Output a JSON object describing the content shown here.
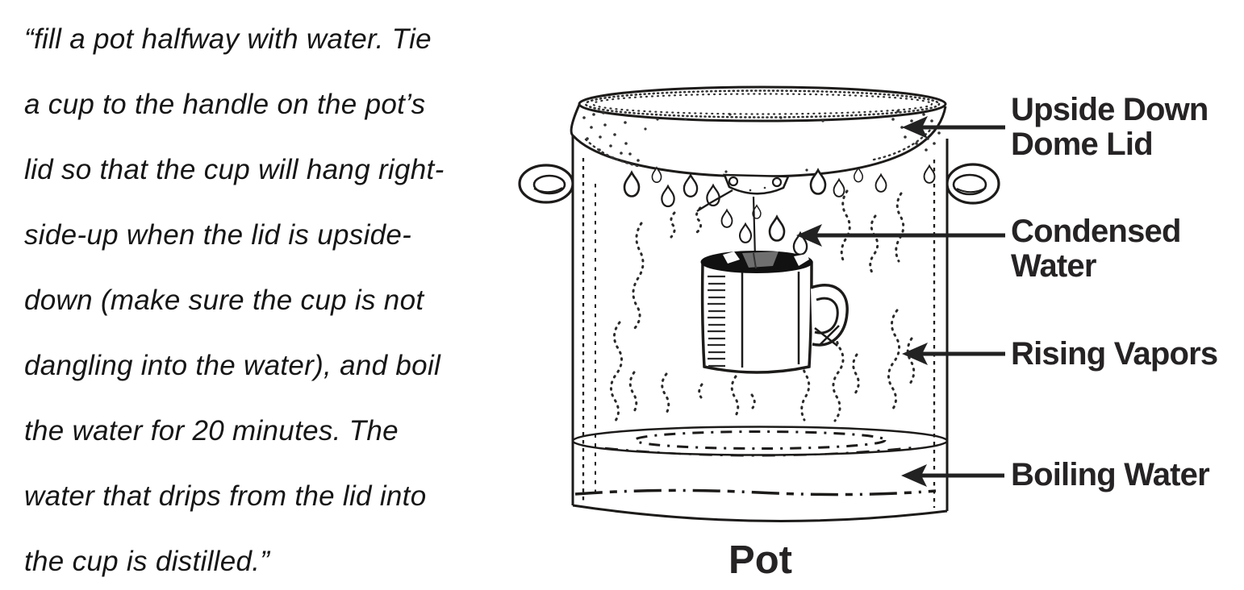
{
  "quote": {
    "lines": [
      "“fill a pot halfway with water. Tie",
      "a cup to the handle on the pot’s",
      "lid so that the cup will hang right-",
      "side-up when the lid is upside-",
      "down (make sure the cup is not",
      "dangling into the water), and boil",
      "the water for 20 minutes. The",
      "water that drips from the lid into",
      "the cup is distilled.”"
    ]
  },
  "diagram": {
    "labels": {
      "lid_line1": "Upside Down",
      "lid_line2": "Dome Lid",
      "condensed_line1": "Condensed",
      "condensed_line2": "Water",
      "vapors": "Rising Vapors",
      "boiling": "Boiling Water",
      "pot": "Pot"
    },
    "colors": {
      "ink": "#1d1b1a",
      "arrow": "#222222",
      "background": "#ffffff"
    }
  }
}
